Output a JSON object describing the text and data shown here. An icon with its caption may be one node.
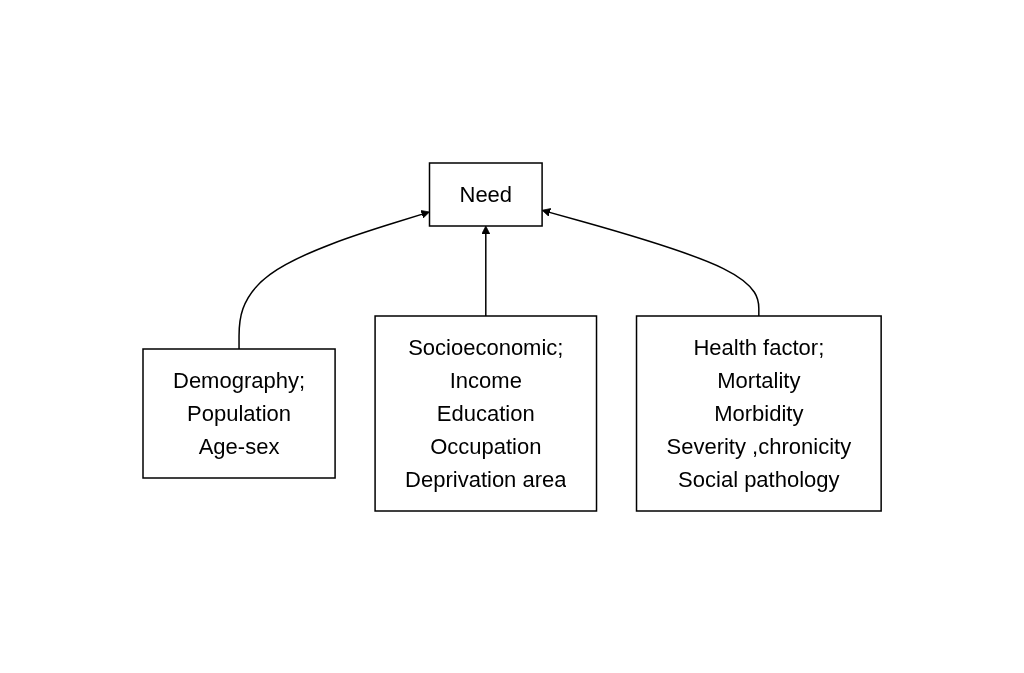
{
  "diagram": {
    "nodes": [
      {
        "text": [
          "Need"
        ]
      },
      {
        "text": [
          "Demography;",
          "Population",
          "Age-sex"
        ]
      },
      {
        "text": [
          "Socioeconomic;",
          "Income",
          "Education",
          "Occupation",
          "Deprivation area"
        ]
      },
      {
        "text": [
          "Health factor;",
          "Mortality",
          "Morbidity",
          "Severity ,chronicity",
          "Social pathology"
        ]
      }
    ],
    "edges": [
      {
        "from": 1,
        "to": 0,
        "arrow": "to"
      },
      {
        "from": 2,
        "to": 0,
        "arrow": "to"
      },
      {
        "from": 3,
        "to": 0,
        "arrow": "to"
      }
    ]
  }
}
